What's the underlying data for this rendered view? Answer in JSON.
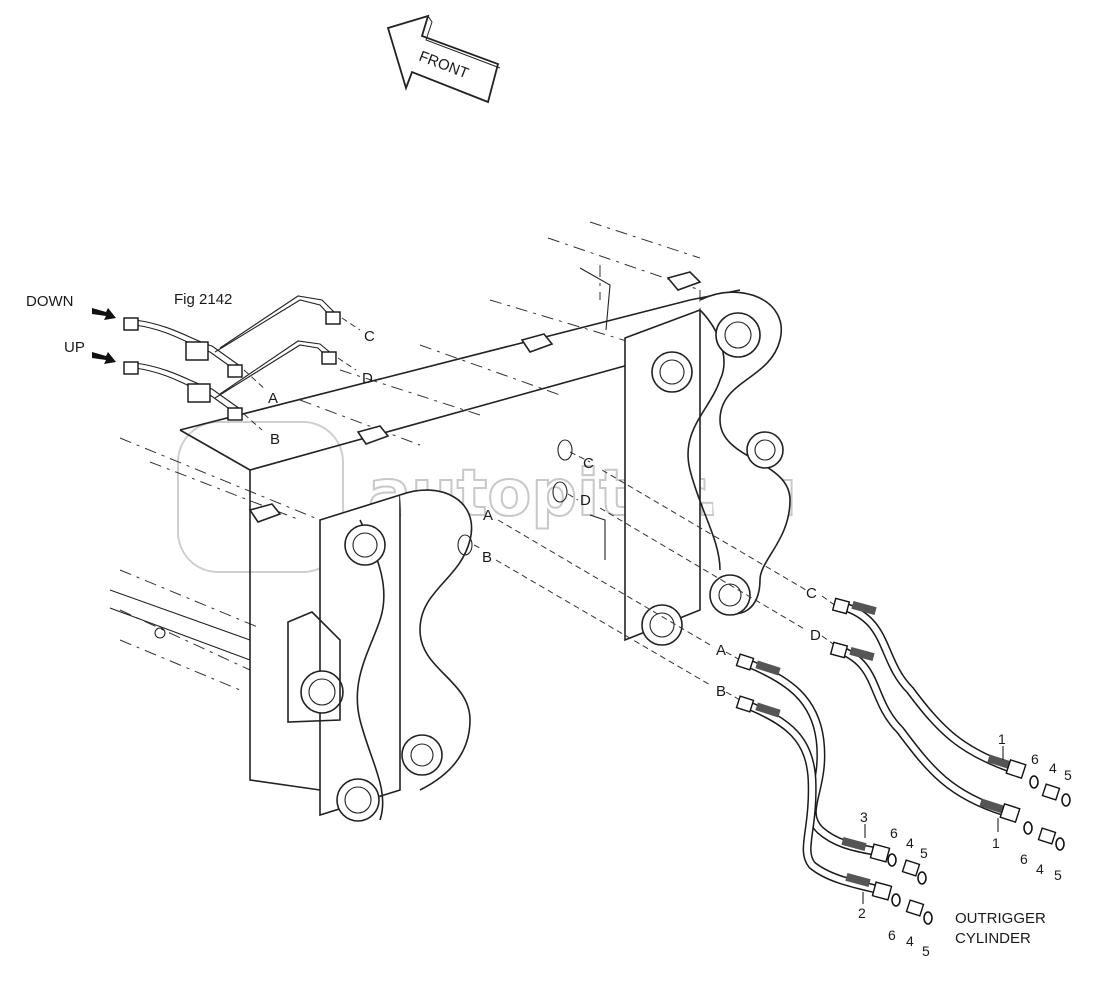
{
  "direction_label": "FRONT",
  "figure_ref": "Fig 2142",
  "ports": {
    "down": "DOWN",
    "up": "UP"
  },
  "callout_letters": {
    "a": "A",
    "b": "B",
    "c": "C",
    "d": "D"
  },
  "part_numbers": {
    "p1": "1",
    "p2": "2",
    "p3": "3",
    "p4": "4",
    "p5": "5",
    "p6": "6"
  },
  "component_label": {
    "line1": "OUTRIGGER",
    "line2": "CYLINDER"
  },
  "watermark": "autopiter.ru"
}
